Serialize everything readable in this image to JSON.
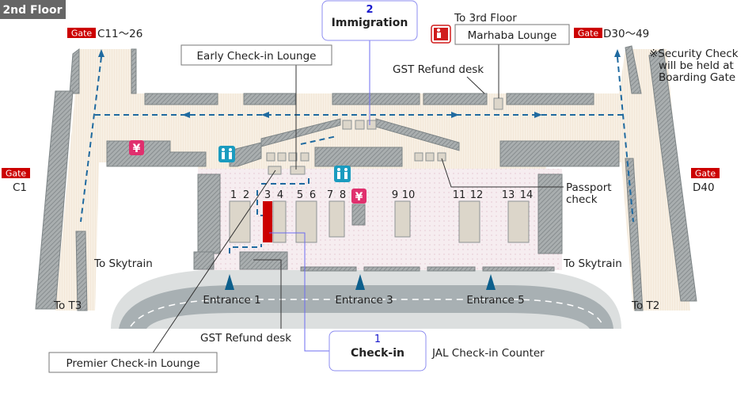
{
  "header": {
    "floor_label": "2nd Floor"
  },
  "gates": [
    {
      "tag": "Gate",
      "label": "C11〜26"
    },
    {
      "tag": "Gate",
      "label": "D30〜49"
    },
    {
      "tag": "Gate",
      "label": "C1"
    },
    {
      "tag": "Gate",
      "label": "D40"
    }
  ],
  "steps": [
    {
      "num": "1",
      "label": "Check-in"
    },
    {
      "num": "2",
      "label": "Immigration"
    }
  ],
  "labels": {
    "early_checkin": "Early Check-in Lounge",
    "premier_checkin": "Premier Check-in Lounge",
    "marhaba": "Marhaba Lounge",
    "to_3rd": "To 3rd Floor",
    "gst_top": "GST Refund desk",
    "gst_bottom": "GST Refund desk",
    "security": [
      "※Security Check",
      "will be held at",
      "Boarding Gate"
    ],
    "passport": [
      "Passport",
      "check"
    ],
    "skytrain_left": "To Skytrain",
    "skytrain_right": "To Skytrain",
    "to_t3": "To T3",
    "to_t2": "To T2",
    "jal": "JAL Check-in Counter"
  },
  "entrances": [
    "Entrance 1",
    "Entrance 3",
    "Entrance 5"
  ],
  "counters": [
    "1",
    "2",
    "3",
    "4",
    "5",
    "6",
    "7",
    "8",
    "9",
    "10",
    "11",
    "12",
    "13",
    "14"
  ],
  "icons": {
    "yen": "¥"
  },
  "colors": {
    "gate": "#cc0000",
    "flow": "#1f6aa0",
    "yen": "#e0306e",
    "toilet": "#1a9bbf",
    "highlight": "#cc0000"
  }
}
